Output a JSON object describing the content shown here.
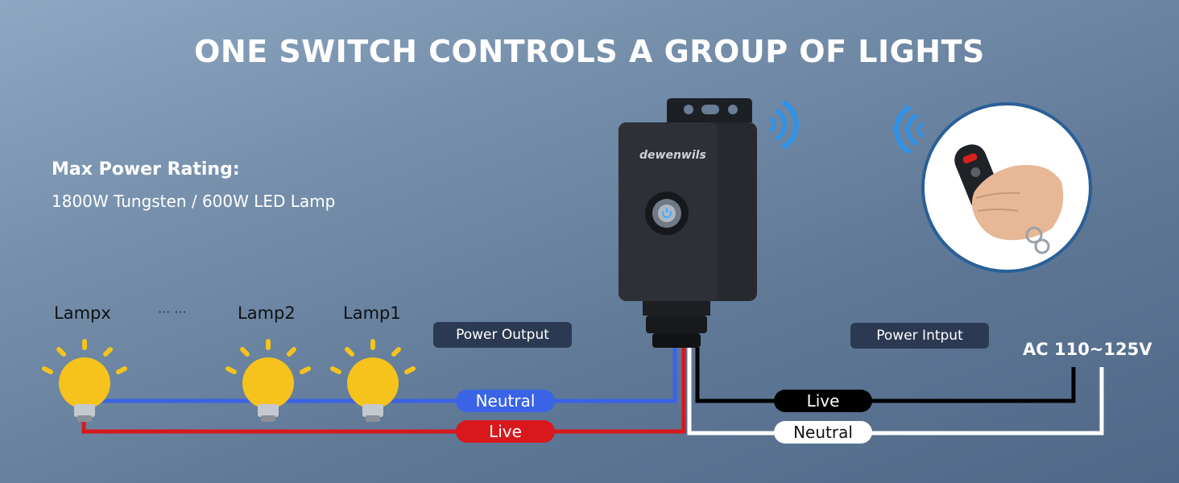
{
  "title": "ONE SWITCH CONTROLS A GROUP OF LIGHTS",
  "rating": {
    "heading": "Max Power Rating:",
    "value": "1800W Tungsten / 600W LED Lamp"
  },
  "lamps": {
    "lampx": "Lampx",
    "dots": "··· ···",
    "lamp2": "Lamp2",
    "lamp1": "Lamp1"
  },
  "labels": {
    "power_output": "Power Output",
    "power_input": "Power Intput",
    "ac": "AC 110~125V"
  },
  "wires": {
    "left_neutral": "Neutral",
    "left_live": "Live",
    "right_live": "Live",
    "right_neutral": "Neutral"
  },
  "device": {
    "brand": "dewenwils"
  },
  "colors": {
    "neutral_out": "#3a63e6",
    "live_out": "#d8181c",
    "live_in": "#000000",
    "neutral_in": "#ffffff",
    "bulb": "#f6c21c",
    "pill": "#2b3a52"
  },
  "icons": [
    "bulb-icon",
    "signal-wave-icon",
    "remote-control-icon",
    "power-button-icon"
  ]
}
